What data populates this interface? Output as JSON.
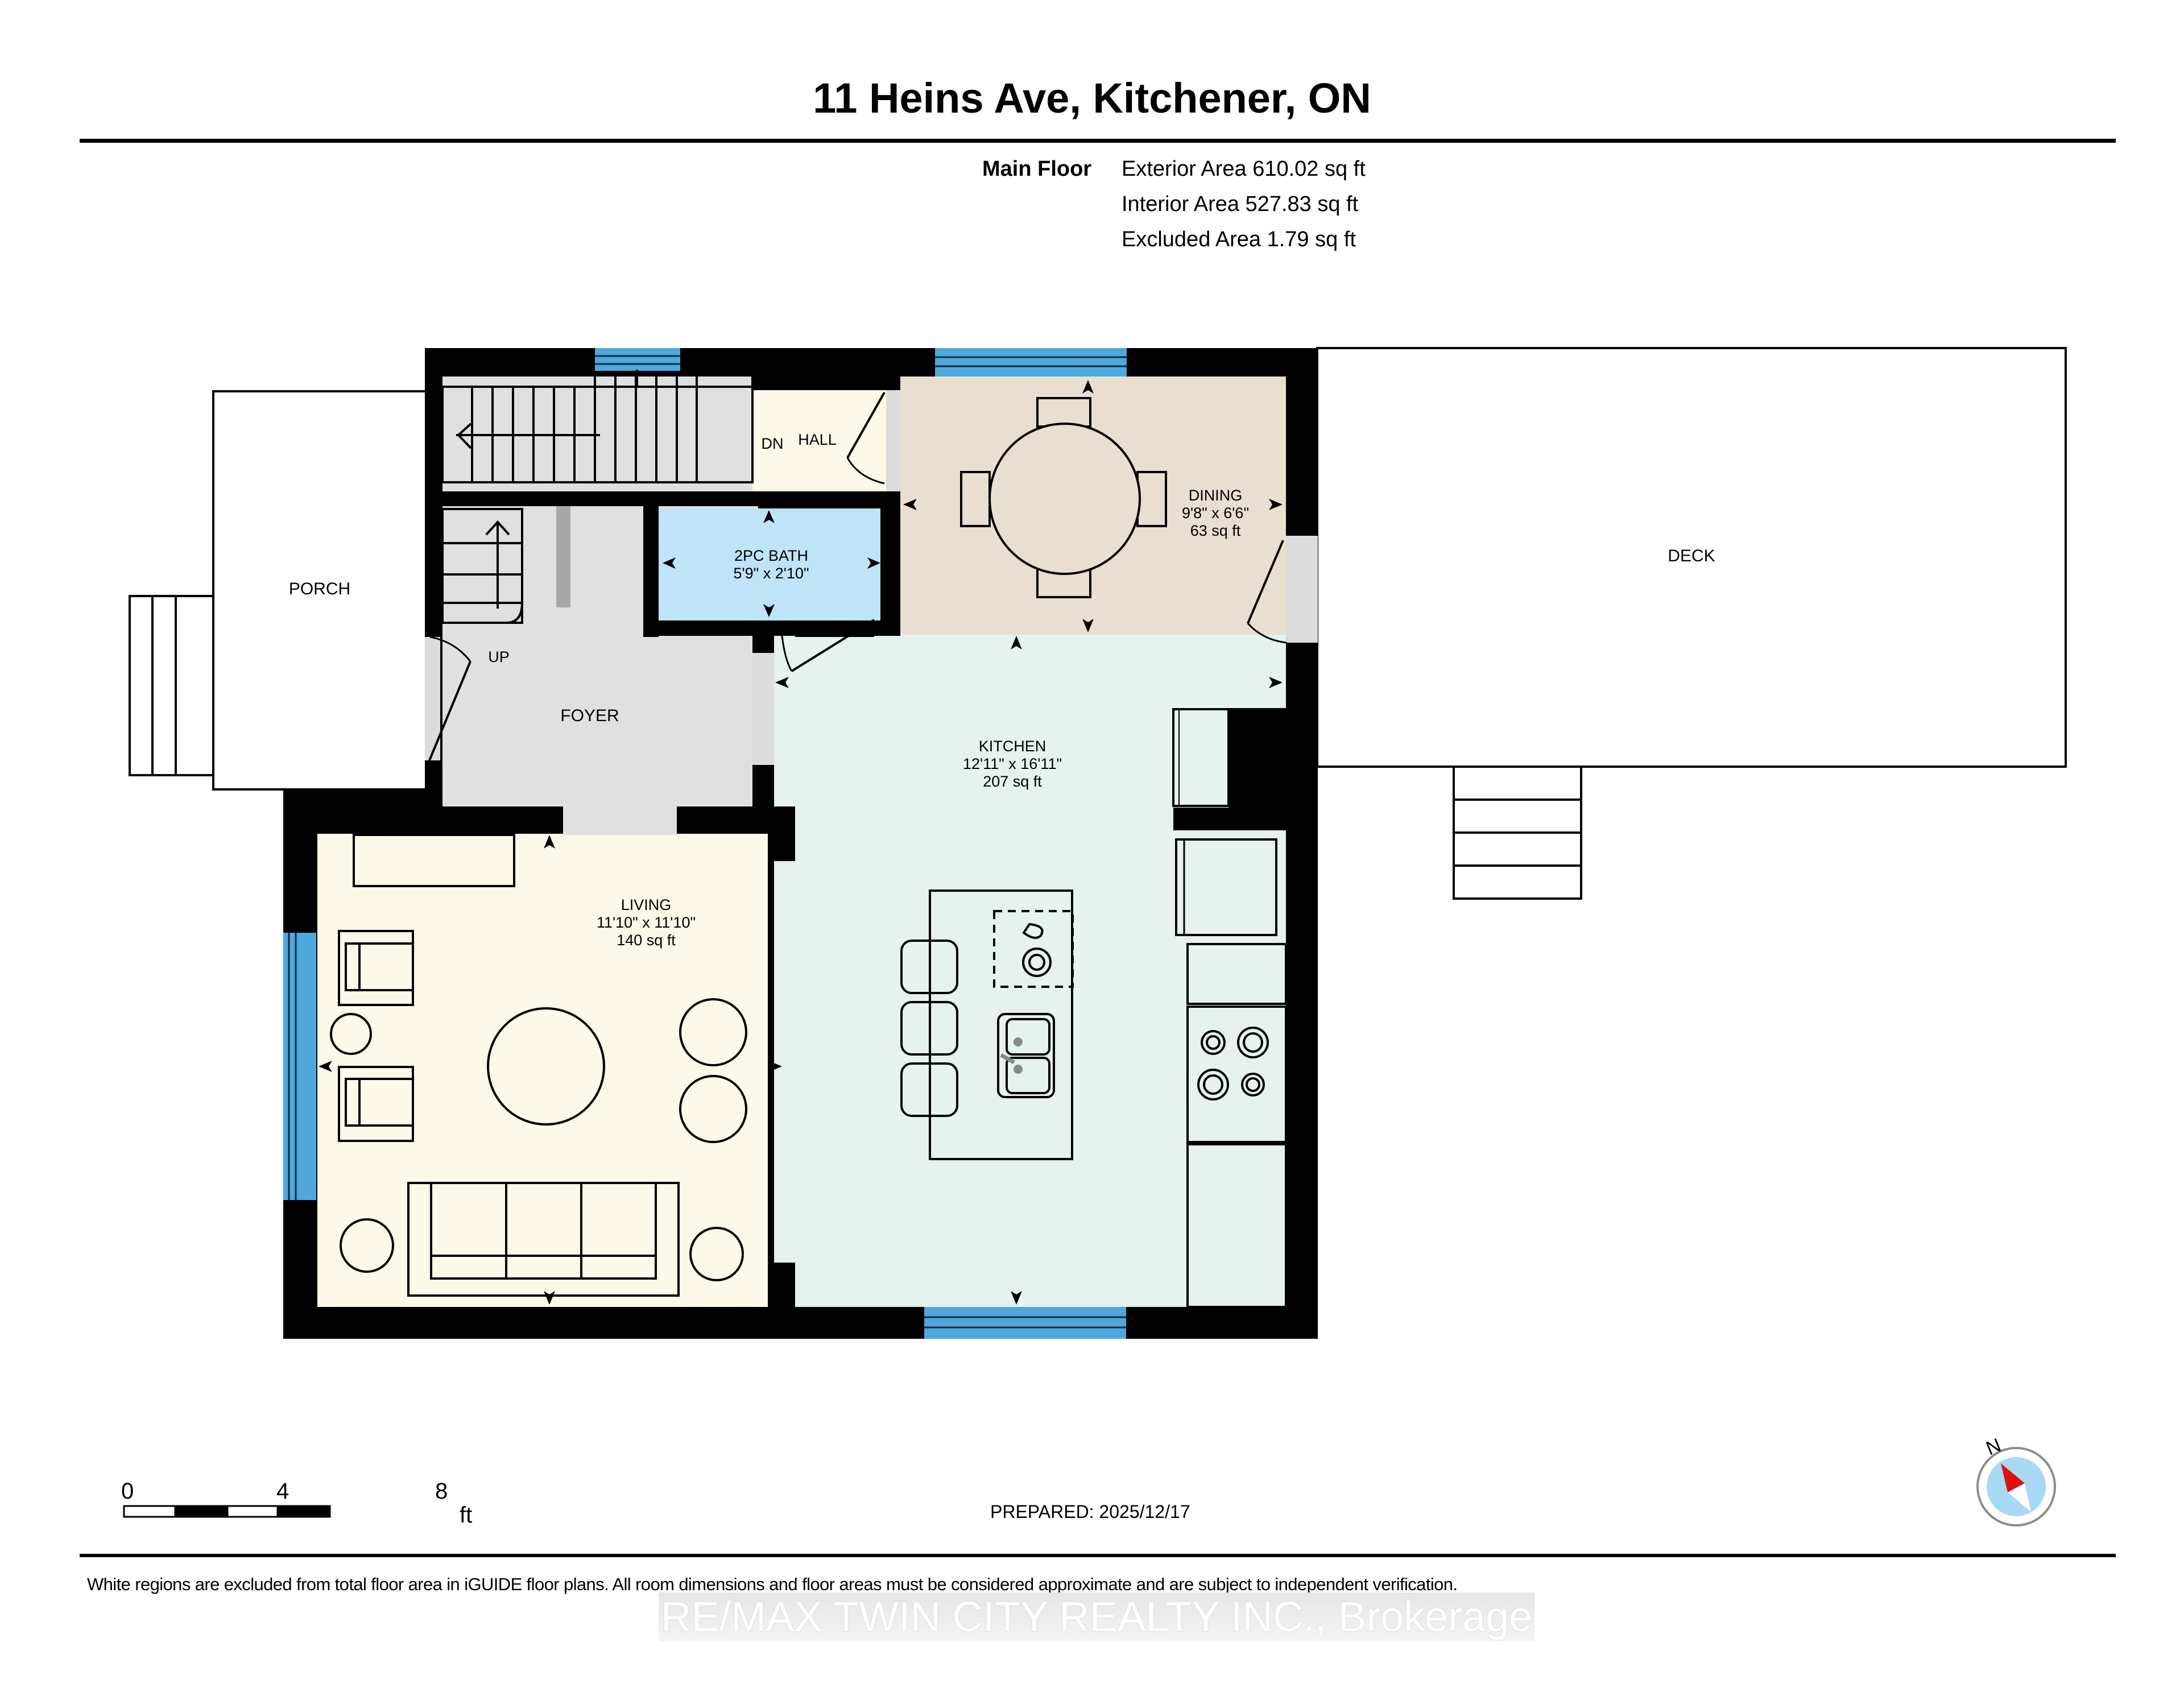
{
  "header": {
    "title": "11 Heins Ave, Kitchener, ON"
  },
  "floor_summary": {
    "floor_name": "Main Floor",
    "lines": [
      "Exterior Area 610.02 sq ft",
      "Interior Area 527.83 sq ft",
      "Excluded Area 1.79 sq ft"
    ]
  },
  "rooms": {
    "porch": {
      "name": "PORCH"
    },
    "hall": {
      "name": "HALL"
    },
    "stairs_down": {
      "label": "DN"
    },
    "stairs_up": {
      "label": "UP"
    },
    "bath": {
      "name": "2PC BATH",
      "dims": "5'9\" x 2'10\""
    },
    "dining": {
      "name": "DINING",
      "dims": "9'8\" x 6'6\"",
      "area": "63 sq ft"
    },
    "foyer": {
      "name": "FOYER"
    },
    "kitchen": {
      "name": "KITCHEN",
      "dims": "12'11\" x 16'11\"",
      "area": "207 sq ft"
    },
    "living": {
      "name": "LIVING",
      "dims": "11'10\" x 11'10\"",
      "area": "140 sq ft"
    },
    "deck": {
      "name": "DECK"
    }
  },
  "scale_bar": {
    "ticks": [
      "0",
      "4",
      "8"
    ],
    "unit": "ft"
  },
  "prepared": "PREPARED: 2025/12/17",
  "compass": {
    "label": "N"
  },
  "footer": {
    "disclaimer": "White regions are excluded from total floor area in iGUIDE floor plans. All room dimensions and floor areas must be considered approximate and are subject to independent verification.",
    "watermark": "RE/MAX TWIN CITY REALTY INC., Brokerage"
  },
  "colors": {
    "wall": "#000000",
    "window": "#4fa8dc",
    "living": "#fcf9e8",
    "kitchen": "#e6f2ec",
    "dining": "#e8dfd0",
    "bath": "#bfe3f7",
    "foyer": "#e0e0e0",
    "hall": "#fcf9e8",
    "compass_needle": "#e01010",
    "compass_face": "#a8d8f4"
  }
}
